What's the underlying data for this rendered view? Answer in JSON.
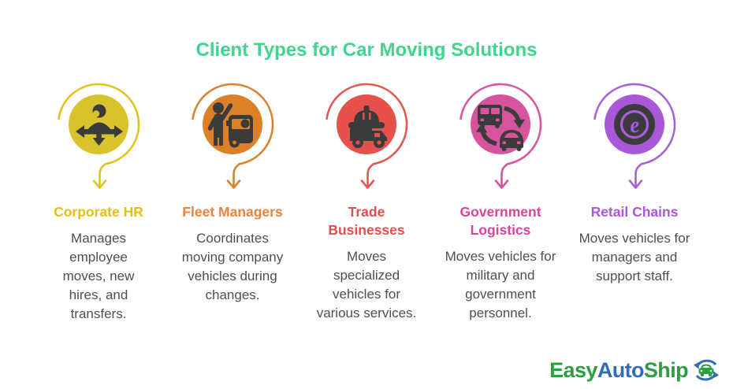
{
  "title": {
    "text": "Client Types for Car Moving Solutions",
    "color": "#3fd590"
  },
  "items": [
    {
      "title": "Corporate HR",
      "description": "Manages employee moves, new hires, and transfers.",
      "icon": "relocating-employee-icon",
      "title_color": "#e6be12",
      "circle_color": "#d9c32c",
      "ring_color": "#dfc41e"
    },
    {
      "title": "Fleet Managers",
      "description": "Coordinates moving company vehicles during changes.",
      "icon": "person-with-vehicle-icon",
      "title_color": "#e8843c",
      "circle_color": "#dc8128",
      "ring_color": "#d9822f"
    },
    {
      "title": "Trade Businesses",
      "description": "Moves specialized vehicles for various services.",
      "icon": "truck-hard-hat-icon",
      "title_color": "#e44d4d",
      "circle_color": "#e6524b",
      "ring_color": "#e25752"
    },
    {
      "title": "Government Logistics",
      "description": "Moves vehicles for military and government personnel.",
      "icon": "bus-car-exchange-icon",
      "title_color": "#d8459c",
      "circle_color": "#d6549e",
      "ring_color": "#d8549e"
    },
    {
      "title": "Retail Chains",
      "description": "Moves vehicles for managers and support staff.",
      "icon": "e-commerce-emblem-icon",
      "title_color": "#a957e2",
      "circle_color": "#a958d8",
      "ring_color": "#a861d8",
      "emblem_letter": "e"
    }
  ],
  "logo": {
    "segments": [
      {
        "text": "Easy",
        "color": "#2f9e41"
      },
      {
        "text": "Auto",
        "color": "#2f6db5"
      },
      {
        "text": "Ship",
        "color": "#2f9e41"
      }
    ],
    "icon": "car-in-circular-arrows-icon",
    "green": "#2f9e41",
    "blue": "#2f6db5"
  }
}
